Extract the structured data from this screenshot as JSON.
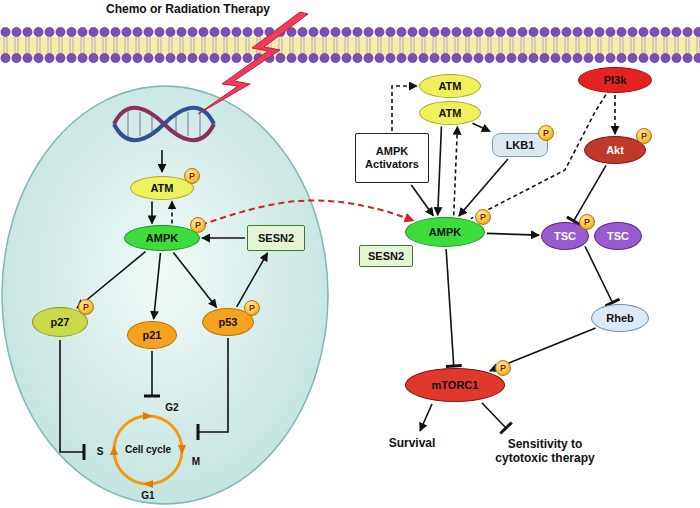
{
  "diagram": {
    "nodes": [
      {
        "text": [
          "ATM",
          "P"
        ]
      },
      {
        "text": [
          "AMPK",
          "P"
        ]
      },
      {
        "text": [
          "SESN2"
        ]
      },
      {
        "text": [
          "p27",
          "P"
        ]
      },
      {
        "text": [
          "p21"
        ]
      },
      {
        "text": [
          "p53",
          "P"
        ]
      },
      {
        "text": [
          "ATM"
        ]
      },
      {
        "text": [
          "ATM"
        ]
      },
      {
        "text": [
          "AMPK Activators"
        ]
      },
      {
        "text": [
          "PI3k"
        ]
      },
      {
        "text": [
          "LKB1",
          "P"
        ]
      },
      {
        "text": [
          "Akt",
          "P"
        ]
      },
      {
        "text": [
          "AMPK",
          "P"
        ]
      },
      {
        "text": [
          "SESN2"
        ]
      },
      {
        "text": [
          "TSC",
          "P"
        ]
      },
      {
        "text": [
          "TSC"
        ]
      },
      {
        "text": [
          "Rheb"
        ]
      },
      {
        "text": [
          "mTORC1",
          "P"
        ]
      }
    ],
    "edges": [
      {
        "from": 0,
        "to": 1,
        "arrow": "to"
      },
      {
        "from": 1,
        "to": 0,
        "arrow": "to"
      },
      {
        "from": 1,
        "to": 3,
        "arrow": "to"
      },
      {
        "from": 1,
        "to": 4,
        "arrow": "to"
      },
      {
        "from": 1,
        "to": 5,
        "arrow": "to"
      },
      {
        "from": 2,
        "to": 1,
        "arrow": "to"
      },
      {
        "from": 5,
        "to": 2,
        "arrow": "to"
      },
      {
        "from": 1,
        "to": 12,
        "arrow": "to"
      },
      {
        "from": 8,
        "to": 6,
        "arrow": "to"
      },
      {
        "from": 8,
        "to": 12,
        "arrow": "to"
      },
      {
        "from": 7,
        "to": 12,
        "arrow": "to"
      },
      {
        "from": 12,
        "to": 7,
        "arrow": "to"
      },
      {
        "from": 7,
        "to": 10,
        "arrow": "to"
      },
      {
        "from": 10,
        "to": 12,
        "arrow": "to"
      },
      {
        "from": 9,
        "to": 11,
        "arrow": "to"
      },
      {
        "from": 9,
        "to": 12,
        "arrow": "none"
      },
      {
        "from": 11,
        "to": 14,
        "arrow": "to"
      },
      {
        "from": 12,
        "to": 14,
        "arrow": "to"
      },
      {
        "from": 14,
        "to": 16,
        "arrow": "to"
      },
      {
        "from": 16,
        "to": 17,
        "arrow": "to"
      },
      {
        "from": 12,
        "to": 17,
        "arrow": "to"
      }
    ],
    "labels": [
      "Chemo or Radiation Therapy",
      "G2",
      "M",
      "G1",
      "S",
      "Cell cycle",
      "Survival",
      "Sensitivity to cytotoxic therapy"
    ]
  }
}
